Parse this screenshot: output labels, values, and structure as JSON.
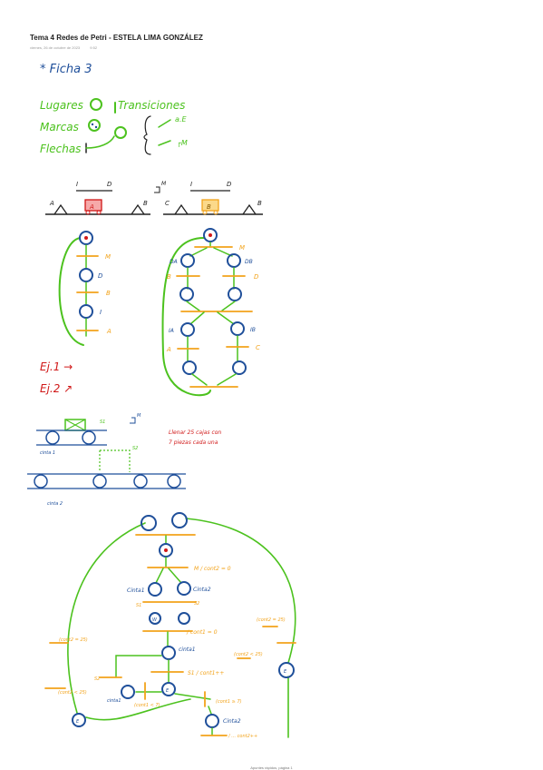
{
  "page": {
    "title": "Tema 4 Redes de Petri - ESTELA LIMA GONZÁLEZ",
    "meta": [
      "viernes, 26 de octubre de 2023",
      "9:52"
    ],
    "footer": "Apuntes rápidos, página 1"
  },
  "notes": {
    "heading": "* Ficha 3",
    "legend": {
      "lugares": "Lugares",
      "transiciones": "Transiciones",
      "marcas": "Marcas",
      "flechas": "Flechas",
      "arc_a": "a.E",
      "arc_b": "┌M"
    },
    "track1": {
      "left": "A",
      "right": "B",
      "i": "I",
      "d": "D",
      "cart": "A"
    },
    "track2": {
      "m": "M",
      "left": "C",
      "right": "B",
      "i": "I",
      "d": "D",
      "cart": "B"
    },
    "net1": {
      "t1": "M",
      "p2": "D",
      "t2": "B",
      "p3": "I",
      "t3": "A"
    },
    "net2": {
      "t1": "M",
      "pl": "DA",
      "pr": "DB",
      "tl1": "B",
      "tr1": "D",
      "pl3": "IA",
      "pr3": "IB",
      "tl3": "A",
      "tr3": "C"
    },
    "ej1": "Ej.1 →",
    "ej2": "Ej.2 ↗",
    "conveyor": {
      "s1": "S1",
      "m": "M",
      "s2": "S2",
      "cinta1": "cinta 1",
      "cinta2": "cinta 2"
    },
    "task": [
      "Llenar 25 cajas con",
      "7 piezas cada una"
    ],
    "net3": {
      "t_top": "M / cont2 = 0",
      "cinta1": "Cinta1",
      "cinta2": "Cinta2",
      "s1": "S1",
      "s2": "S2",
      "w": "W",
      "t_w": "/ cont1 = 0",
      "cinta1b": "cinta1",
      "t_s1": "S1 / cont1++",
      "s2b": "S2",
      "e": "E",
      "cont_lt": "(cont1 < 7)",
      "cont_ge": "(cont1 ≥ 7)",
      "cinta1c": "cinta1",
      "cinta2b": "Cinta2",
      "t_bottom": "/ ... cont2++",
      "left_lt": "(cont2 < 25)",
      "left_top": "(cont2 = 25)",
      "right1": "(cont2 = 25)",
      "right2": "(cont2 < 25)"
    }
  },
  "colors": {
    "green": "#4cc21e",
    "blue": "#1f4f9a",
    "red": "#d01818",
    "orange": "#f2a31b",
    "black": "#222222"
  }
}
